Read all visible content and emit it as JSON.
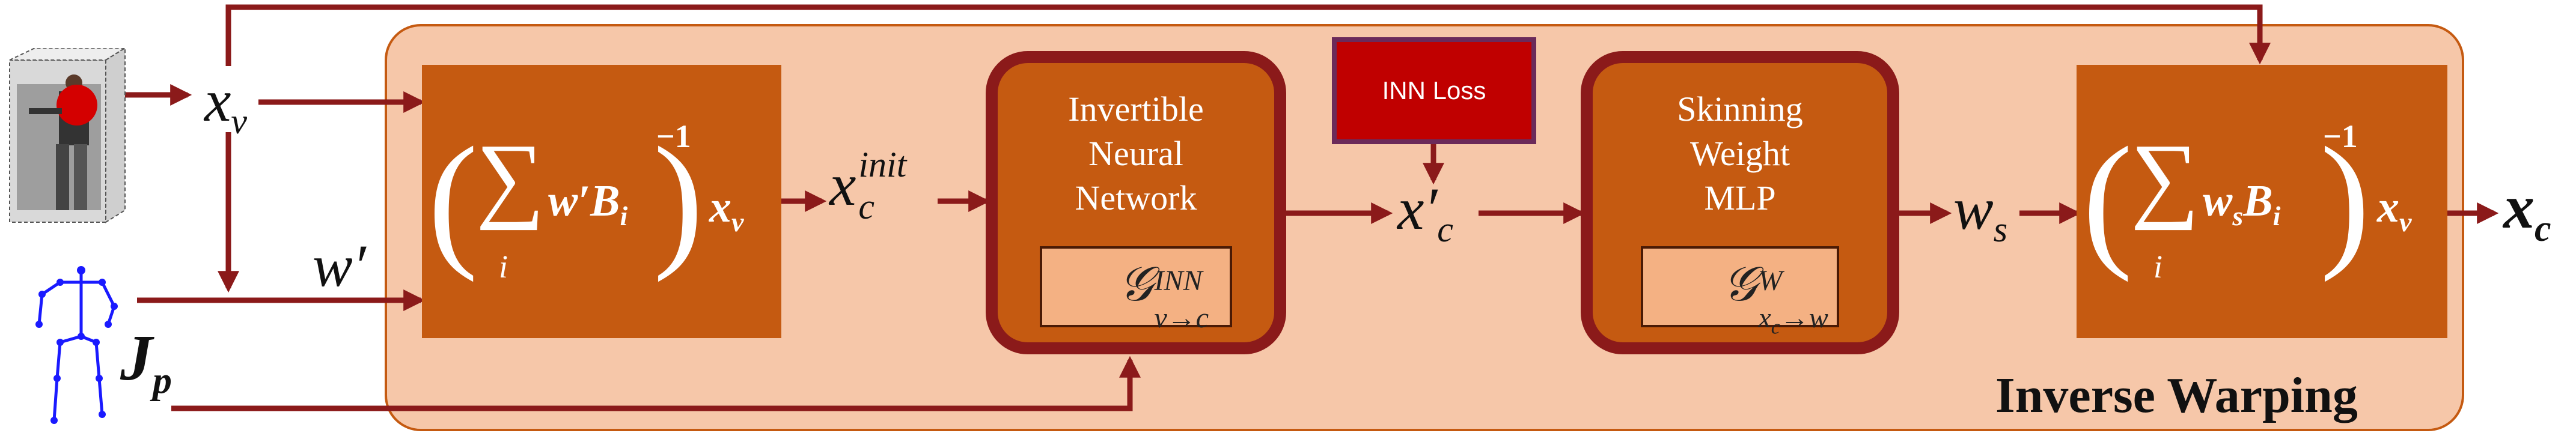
{
  "labels": {
    "x_v": "x",
    "x_v_sub": "v",
    "w_prime": "w′",
    "j_p": "J",
    "j_p_sub": "p",
    "x_c_init": "x",
    "x_c_init_sub": "c",
    "x_c_init_sup": "init",
    "x_c_prime": "x′",
    "x_c_prime_sub": "c",
    "w_s": "w",
    "w_s_sub": "s",
    "x_c": "x",
    "x_c_sub": "c"
  },
  "box1": {
    "sum_sub": "i",
    "term_w": "w′",
    "term_b": "B",
    "term_b_sub": "i",
    "exp": "−1",
    "xv": "x",
    "xv_sub": "v"
  },
  "box2": {
    "sum_sub": "i",
    "term_w": "w",
    "term_w_sub": "s",
    "term_b": "B",
    "term_b_sub": "i",
    "exp": "−1",
    "xv": "x",
    "xv_sub": "v"
  },
  "inn": {
    "title_line1": "Invertible",
    "title_line2": "Neural",
    "title_line3": "Network",
    "sub_main": "𝒢",
    "sub_sub": "v→c",
    "sub_sup": "INN"
  },
  "skin": {
    "title_line1": "Skinning",
    "title_line2": "Weight",
    "title_line3": "MLP",
    "sub_main": "𝒢",
    "sub_sub": "x",
    "sub_sub2": "c",
    "sub_sub3": "→w",
    "sub_sup": "W"
  },
  "loss": {
    "label": "INN Loss"
  },
  "panel": {
    "title": "Inverse Warping"
  },
  "colors": {
    "panel": "#f6c7a9",
    "box": "#c55a11",
    "arrow": "#8b1a1a",
    "loss": "#c00000",
    "sub": "#f4b183"
  }
}
